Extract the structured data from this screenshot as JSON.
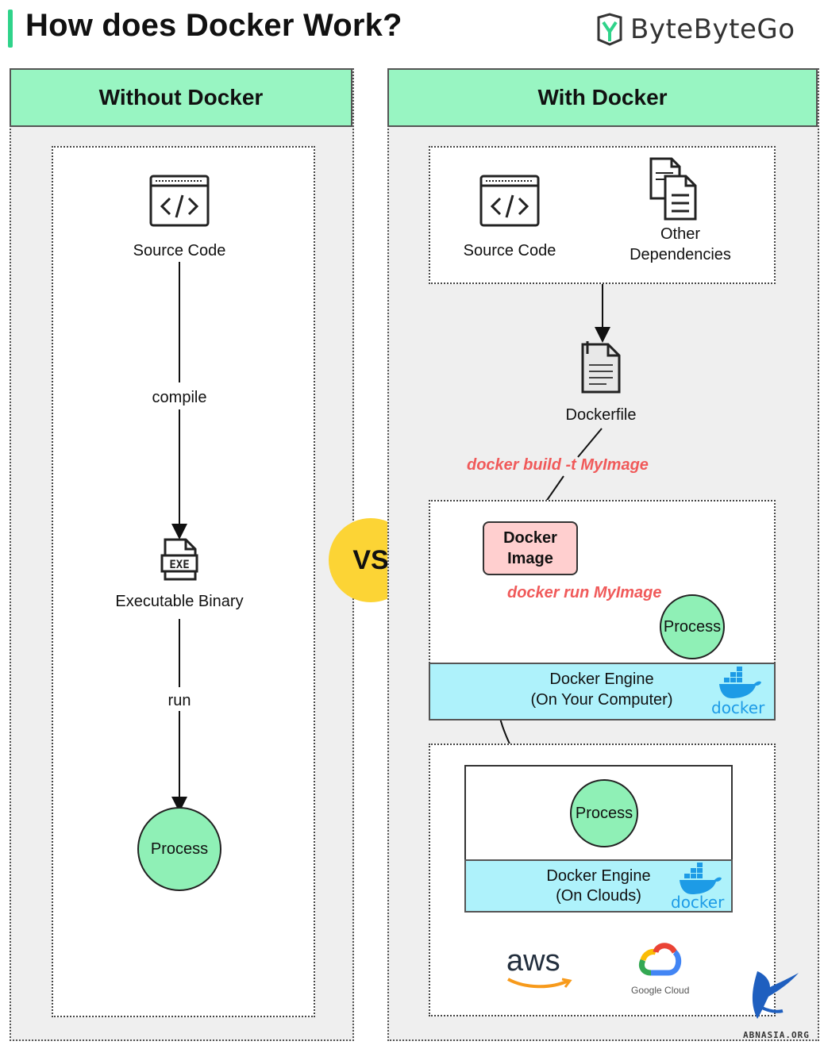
{
  "header": {
    "title": "How does Docker Work?",
    "brand": "ByteByteGo"
  },
  "left": {
    "heading": "Without Docker",
    "source_code": "Source Code",
    "compile": "compile",
    "executable": "Executable Binary",
    "run": "run",
    "process": "Process"
  },
  "vs": "VS",
  "right": {
    "heading": "With Docker",
    "source_code": "Source Code",
    "deps_line1": "Other",
    "deps_line2": "Dependencies",
    "dockerfile": "Dockerfile",
    "build_cmd": "docker build -t MyImage",
    "image_line1": "Docker",
    "image_line2": "Image",
    "run_cmd": "docker run MyImage",
    "process_local": "Process",
    "engine_local_1": "Docker Engine",
    "engine_local_2": "(On Your Computer)",
    "docker_logo_text": "docker",
    "process_cloud": "Process",
    "engine_cloud_1": "Docker Engine",
    "engine_cloud_2": "(On Clouds)",
    "docker_logo_text_2": "docker",
    "aws": "aws",
    "google_cloud": "Google Cloud"
  },
  "watermark": "ABNASIA.ORG",
  "colors": {
    "panel_header": "#98f5c2",
    "process_green": "#8ff0b6",
    "engine_cyan": "#aef2fb",
    "vs_yellow": "#fcd435",
    "command_red": "#f05a5a",
    "image_pink": "#ffcfcf",
    "docker_blue": "#1d9be6"
  }
}
